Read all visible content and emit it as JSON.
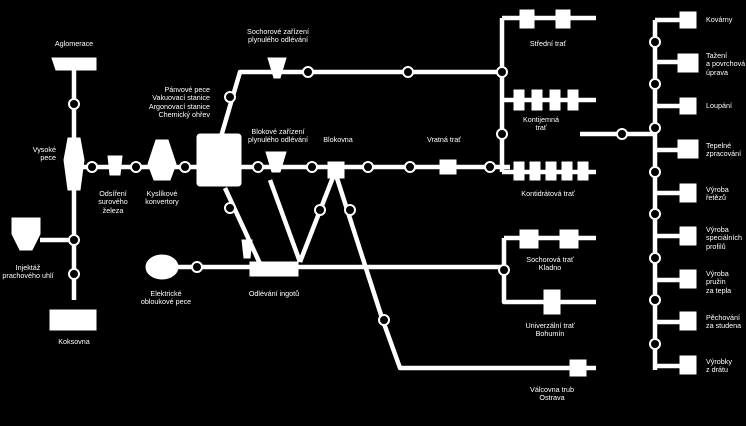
{
  "colors": {
    "background": "#000000",
    "foreground": "#ffffff"
  },
  "labels": {
    "aglomerace": "Aglomerace",
    "vysoke_pece": "Vysoké\npece",
    "odsireni": "Odsíření\nsurového\nželeza",
    "kyslikove": "Kyslíkové\nkonvertory",
    "injektaz": "Injektáž\nprachového uhlí",
    "koksovna": "Koksovna",
    "elektricke": "Elektrické\nobloukové pece",
    "panvove": "Pánvové pece\nVakuovací stanice\nArgonovací stanice\nChemický ohřev",
    "sochorove_zarizeni": "Sochorové zařízení\nplynulého odlévání",
    "blokove_zarizeni": "Blokové zařízení\nplynulého odlévání",
    "blokovna": "Blokovna",
    "vratna_trat": "Vratná trať",
    "odlevani_ingotu": "Odlévání ingotů",
    "stredni_trat": "Střední trať",
    "kontijemna_trat": "Kontijemná\ntrať",
    "kontidratova_trat": "Kontidrátová trať",
    "sochorova_trat": "Sochorová trať\nKladno",
    "univerzalni_trat": "Univerzální trať\nBohumín",
    "valcovna_trub": "Válcovna trub\nOstrava",
    "kovarny": "Kovárny",
    "tazeni": "Tažení\na povrchová\núprava",
    "loupani": "Loupání",
    "tepelne": "Tepelné\nzpracování",
    "vyroba_retezu": "Výroba\nřetězů",
    "vyroba_profilu": "Výroba\nspeciálních\nprofilů",
    "vyroba_pruzin": "Výroba\npružin\nza tepla",
    "pechovani": "Pěchování\nza studena",
    "vyrobky_z_dratu": "Výrobky\nz drátu"
  }
}
